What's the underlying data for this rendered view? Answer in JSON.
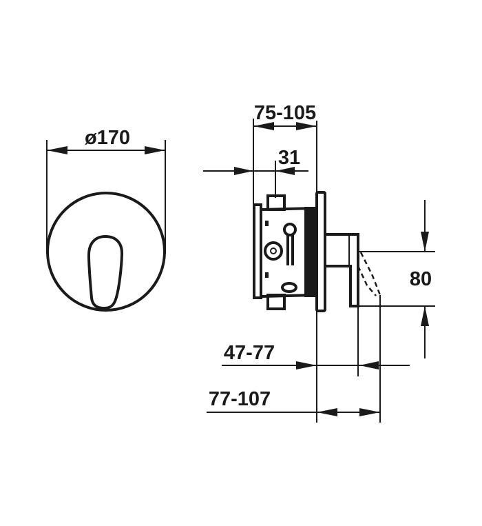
{
  "drawing": {
    "front_view": {
      "diameter_label": "ø170"
    },
    "side_view": {
      "install_depth_label": "75-105",
      "offset_label": "31",
      "height_label": "80",
      "projection_short_label": "47-77",
      "projection_long_label": "77-107"
    }
  }
}
